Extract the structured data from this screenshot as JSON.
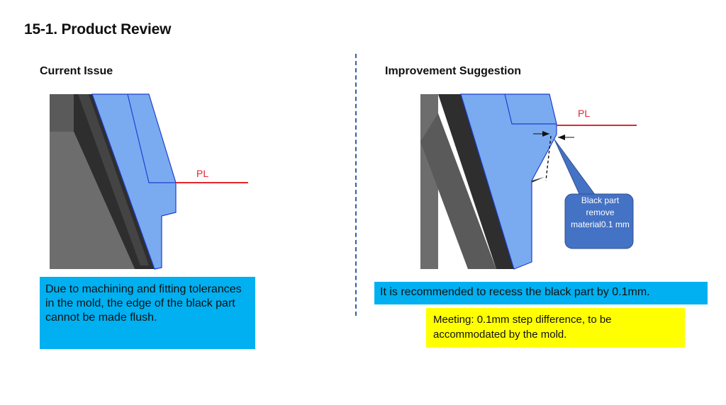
{
  "title": "15-1. Product Review",
  "left": {
    "heading": "Current Issue",
    "pl_label": "PL",
    "callout": "Due to machining and fitting tolerances in the mold, the edge of the black part cannot be made flush."
  },
  "right": {
    "heading": "Improvement Suggestion",
    "pl_label": "PL",
    "bubble": "Black part remove material0.1 mm",
    "callout": "It is recommended to recess the black part by 0.1mm.",
    "meeting": "Meeting: 0.1mm step difference, to be accommodated by the mold."
  },
  "colors": {
    "blue_part": "#7aabf0",
    "black_part": "#3a3a3a",
    "callout_blue": "#00b0f0",
    "highlight_yellow": "#ffff00",
    "pl_red": "#e5262d",
    "bubble_blue": "#4472c4"
  }
}
